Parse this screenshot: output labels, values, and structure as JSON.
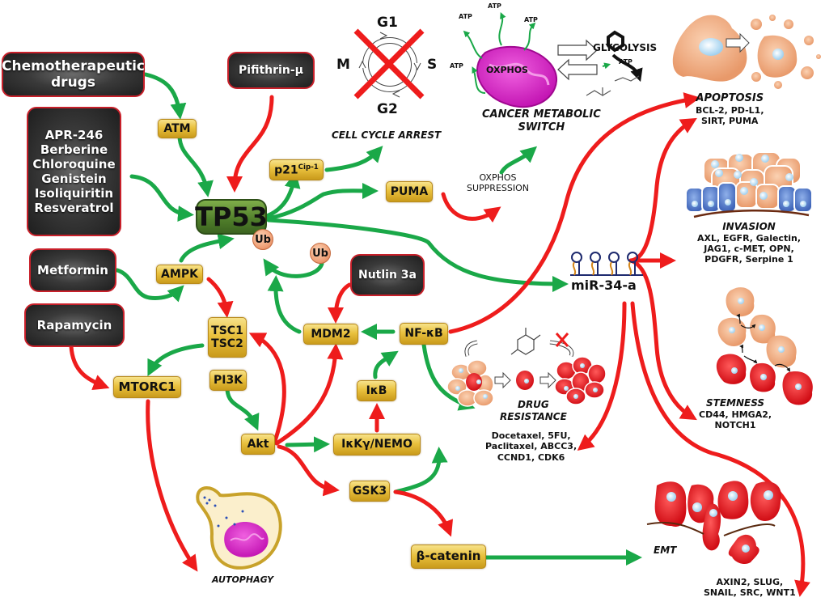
{
  "title": "TP53 / miR-34a signaling network in cancer",
  "colors": {
    "activation": "#1aa848",
    "inhibition": "#ee1c1c",
    "drug_box": "#2b2b2b",
    "gene_box": "#e8c040",
    "tp53_box": "#5b8a32",
    "ub": "#f0a37a",
    "cell_normal": "#f2b48a",
    "cell_malignant": "#e8141c",
    "nucleus": "#bfe3f7",
    "mitochondrion": "#e020c8"
  },
  "drugs": {
    "chemo": [
      "Chemotherapeutic",
      "drugs"
    ],
    "compounds": [
      "APR-246",
      "Berberine",
      "Chloroquine",
      "Genistein",
      "Isoliquiritin",
      "Resveratrol"
    ],
    "pifithrin": "Pifithrin-μ",
    "metformin": "Metformin",
    "rapamycin": "Rapamycin",
    "nutlin": "Nutlin 3a"
  },
  "genes": {
    "tp53": "TP53",
    "atm": "ATM",
    "ampk": "AMPK",
    "p21": "p21",
    "p21_sup": "Cip-1",
    "puma": "PUMA",
    "ub": "Ub",
    "mdm2": "MDM2",
    "nfkb": "NF-κB",
    "tsc1": "TSC1",
    "tsc2": "TSC2",
    "mtorc1": "MTORC1",
    "pi3k": "PI3K",
    "akt": "Akt",
    "ikb": "IκB",
    "ikky": "IκKγ/NEMO",
    "gsk3": "GSK3",
    "bcatenin": "β-catenin",
    "mir34a": "miR-34-a"
  },
  "cell_cycle": {
    "phases": [
      "G1",
      "S",
      "G2",
      "M"
    ],
    "caption": "CELL CYCLE ARREST"
  },
  "metabolic": {
    "atp": "ATP",
    "oxphos": "OXPHOS",
    "glycolysis": "GLYCOLYSIS",
    "caption": [
      "CANCER METABOLIC",
      "SWITCH"
    ],
    "suppression": [
      "OXPHOS",
      "SUPPRESSION"
    ]
  },
  "outcomes": {
    "apoptosis": {
      "title": "APOPTOSIS",
      "targets": [
        "BCL-2, PD-L1,",
        "SIRT, PUMA"
      ]
    },
    "invasion": {
      "title": "INVASION",
      "targets": [
        "AXL, EGFR, Galectin,",
        "JAG1, c-MET, OPN,",
        "PDGFR, Serpine 1"
      ]
    },
    "stemness": {
      "title": "STEMNESS",
      "targets": [
        "CD44, HMGA2,",
        "NOTCH1"
      ]
    },
    "drug_resistance": {
      "title": [
        "DRUG",
        "RESISTANCE"
      ],
      "targets": [
        "Docetaxel, 5FU,",
        "Paclitaxel, ABCC3,",
        "CCND1, CDK6"
      ]
    },
    "emt": {
      "title": "EMT",
      "targets": [
        "AXIN2, SLUG,",
        "SNAIL, SRC, WNT1"
      ]
    },
    "autophagy": {
      "title": "AUTOPHAGY"
    }
  },
  "edges": [
    {
      "from": "Chemotherapeutic drugs",
      "to": "ATM",
      "type": "activation"
    },
    {
      "from": "ATM",
      "to": "TP53",
      "type": "activation"
    },
    {
      "from": "Compounds",
      "to": "TP53",
      "type": "activation"
    },
    {
      "from": "Pifithrin-μ",
      "to": "TP53",
      "type": "inhibition"
    },
    {
      "from": "Metformin",
      "to": "AMPK",
      "type": "activation"
    },
    {
      "from": "AMPK",
      "to": "TP53",
      "type": "activation"
    },
    {
      "from": "AMPK",
      "to": "TSC1/TSC2",
      "type": "inhibition"
    },
    {
      "from": "TP53",
      "to": "p21",
      "type": "activation"
    },
    {
      "from": "p21",
      "to": "Cell cycle arrest",
      "type": "activation"
    },
    {
      "from": "TP53",
      "to": "PUMA",
      "type": "activation"
    },
    {
      "from": "PUMA",
      "to": "OXPHOS suppression",
      "type": "inhibition"
    },
    {
      "from": "OXPHOS suppression",
      "to": "Cancer metabolic switch",
      "type": "activation"
    },
    {
      "from": "TP53",
      "to": "miR-34-a",
      "type": "activation"
    },
    {
      "from": "Ub",
      "to": "TP53",
      "type": "activation"
    },
    {
      "from": "MDM2",
      "to": "TP53",
      "type": "activation"
    },
    {
      "from": "Nutlin 3a",
      "to": "MDM2",
      "type": "inhibition"
    },
    {
      "from": "NF-κB",
      "to": "MDM2",
      "type": "activation"
    },
    {
      "from": "NF-κB",
      "to": "Apoptosis",
      "type": "inhibition"
    },
    {
      "from": "NF-κB",
      "to": "Drug resistance",
      "type": "activation"
    },
    {
      "from": "Rapamycin",
      "to": "MTORC1",
      "type": "inhibition"
    },
    {
      "from": "TSC1/TSC2",
      "to": "MTORC1",
      "type": "activation"
    },
    {
      "from": "MTORC1",
      "to": "Autophagy",
      "type": "inhibition"
    },
    {
      "from": "PI3K",
      "to": "Akt",
      "type": "activation"
    },
    {
      "from": "Akt",
      "to": "TSC1/TSC2",
      "type": "inhibition"
    },
    {
      "from": "Akt",
      "to": "MDM2",
      "type": "inhibition"
    },
    {
      "from": "Akt",
      "to": "IκKγ/NEMO",
      "type": "activation"
    },
    {
      "from": "Akt",
      "to": "GSK3",
      "type": "inhibition"
    },
    {
      "from": "IκKγ/NEMO",
      "to": "IκB",
      "type": "inhibition"
    },
    {
      "from": "IκB",
      "to": "NF-κB",
      "type": "activation"
    },
    {
      "from": "GSK3",
      "to": "IκKγ/NEMO",
      "type": "activation"
    },
    {
      "from": "GSK3",
      "to": "β-catenin",
      "type": "inhibition"
    },
    {
      "from": "β-catenin",
      "to": "EMT",
      "type": "activation"
    },
    {
      "from": "miR-34-a",
      "to": "Apoptosis",
      "type": "inhibition"
    },
    {
      "from": "miR-34-a",
      "to": "Invasion",
      "type": "inhibition"
    },
    {
      "from": "miR-34-a",
      "to": "Stemness",
      "type": "inhibition"
    },
    {
      "from": "miR-34-a",
      "to": "Drug resistance",
      "type": "inhibition"
    },
    {
      "from": "miR-34-a",
      "to": "EMT",
      "type": "inhibition"
    }
  ]
}
